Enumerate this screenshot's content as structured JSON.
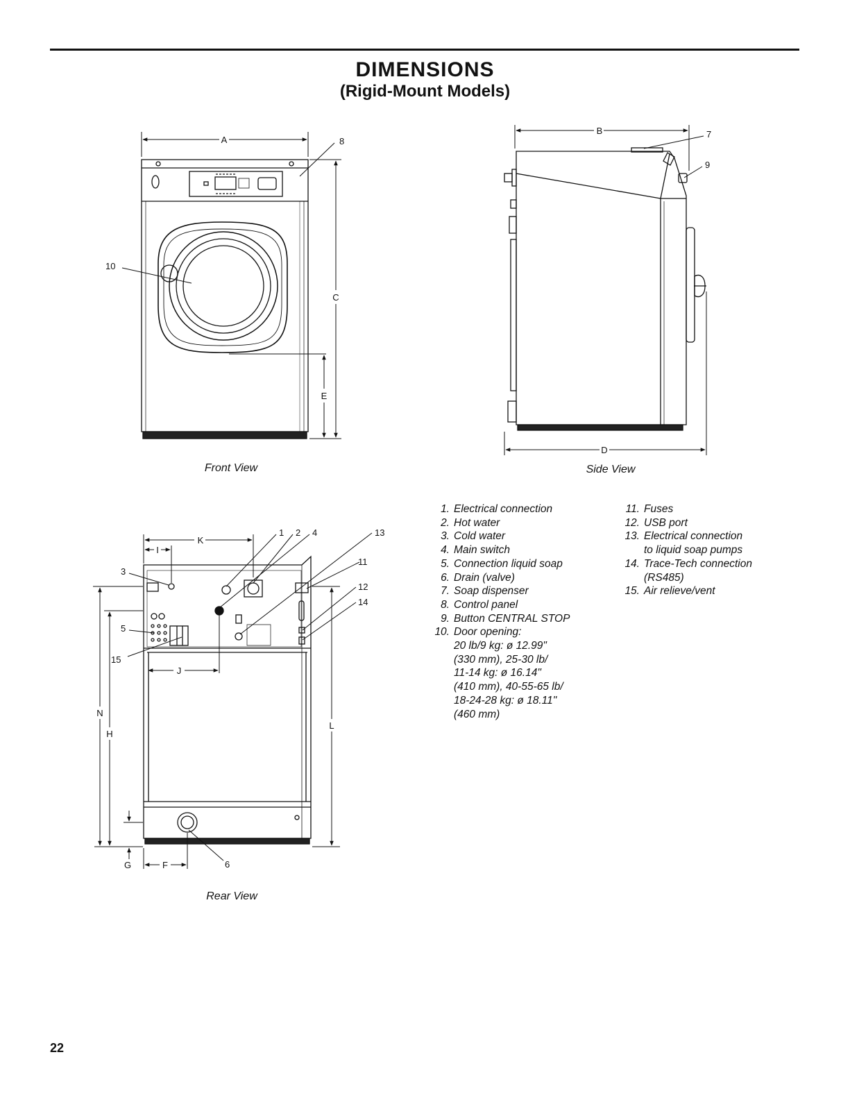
{
  "header": {
    "title": "DIMENSIONS",
    "subtitle": "(Rigid-Mount Models)"
  },
  "figures": {
    "front": {
      "caption": "Front View",
      "labels": {
        "A": "A",
        "C": "C",
        "E": "E",
        "n8": "8",
        "n10": "10"
      }
    },
    "side": {
      "caption": "Side View",
      "labels": {
        "B": "B",
        "D": "D",
        "n7": "7",
        "n9": "9"
      }
    },
    "rear": {
      "caption": "Rear View",
      "labels": {
        "K": "K",
        "I": "I",
        "J": "J",
        "F": "F",
        "G": "G",
        "H": "H",
        "N": "N",
        "L": "L",
        "n1": "1",
        "n2": "2",
        "n3": "3",
        "n4": "4",
        "n5": "5",
        "n6": "6",
        "n11": "11",
        "n12": "12",
        "n13": "13",
        "n14": "14",
        "n15": "15"
      }
    }
  },
  "legend": {
    "col1": [
      {
        "num": "1.",
        "text": "Electrical connection"
      },
      {
        "num": "2.",
        "text": "Hot water"
      },
      {
        "num": "3.",
        "text": "Cold water"
      },
      {
        "num": "4.",
        "text": "Main switch"
      },
      {
        "num": "5.",
        "text": "Connection liquid soap"
      },
      {
        "num": "6.",
        "text": "Drain (valve)"
      },
      {
        "num": "7.",
        "text": "Soap dispenser"
      },
      {
        "num": "8.",
        "text": "Control panel"
      },
      {
        "num": "9.",
        "text": "Button CENTRAL STOP"
      },
      {
        "num": "10.",
        "text": "Door opening:"
      }
    ],
    "door_lines": [
      "20 lb/9 kg: ø 12.99\"",
      "(330 mm), 25-30 lb/",
      "11-14 kg: ø 16.14\"",
      "(410 mm), 40-55-65 lb/",
      "18-24-28 kg: ø 18.11\"",
      "(460 mm)"
    ],
    "col2": [
      {
        "num": "11.",
        "text": "Fuses"
      },
      {
        "num": "12.",
        "text": "USB port"
      },
      {
        "num": "13.",
        "text": "Electrical connection",
        "cont": "to liquid soap pumps"
      },
      {
        "num": "14.",
        "text": "Trace-Tech connection",
        "cont": "(RS485)"
      },
      {
        "num": "15.",
        "text": "Air relieve/vent"
      }
    ]
  },
  "footer": {
    "page_number": "22"
  }
}
